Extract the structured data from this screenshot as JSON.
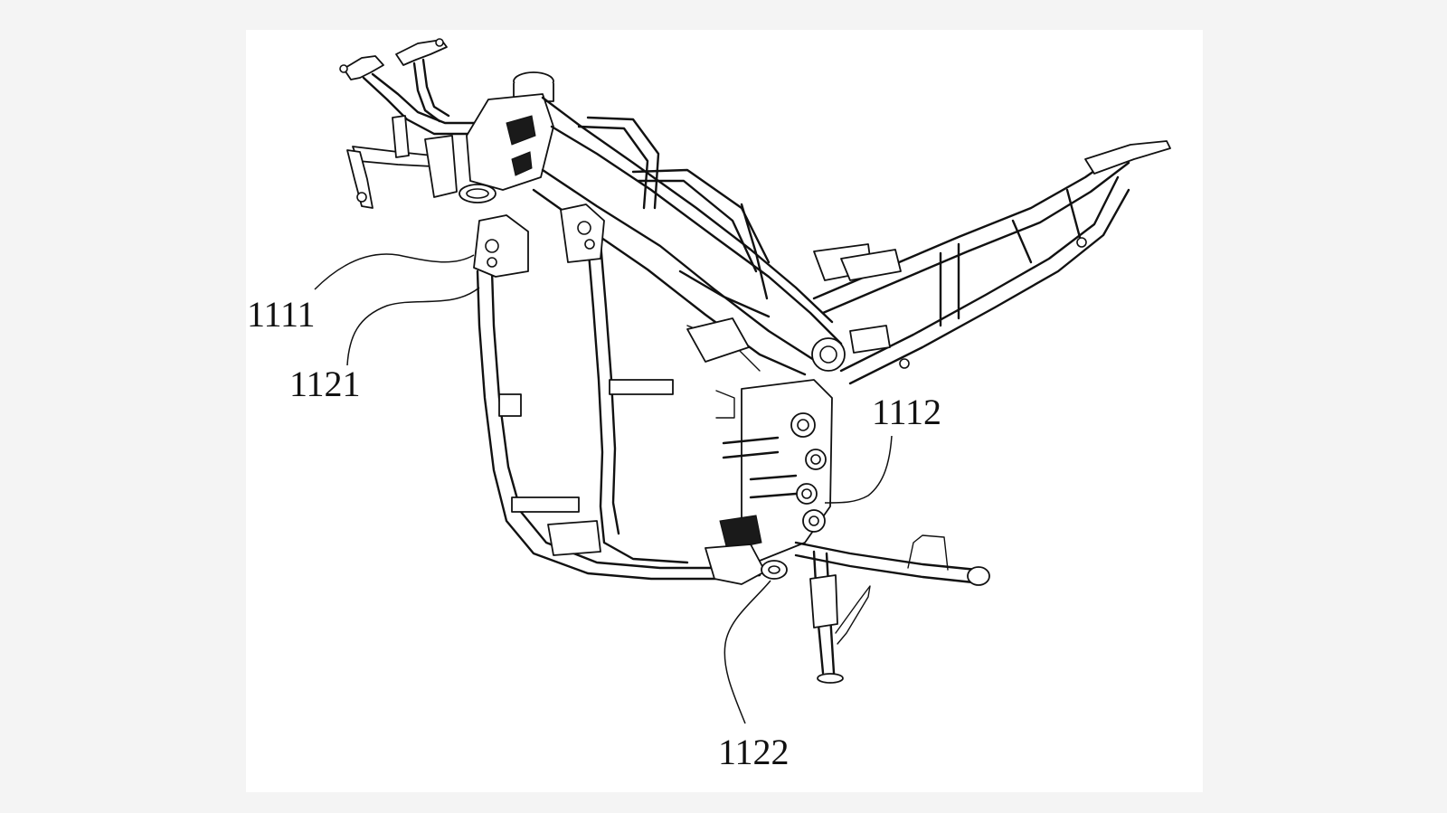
{
  "figure": {
    "background_color": "#ffffff",
    "line_color": "#111111"
  },
  "callouts": [
    {
      "id": "ref-1111",
      "label": "1111"
    },
    {
      "id": "ref-1121",
      "label": "1121"
    },
    {
      "id": "ref-1112",
      "label": "1112"
    },
    {
      "id": "ref-1122",
      "label": "1122"
    }
  ]
}
